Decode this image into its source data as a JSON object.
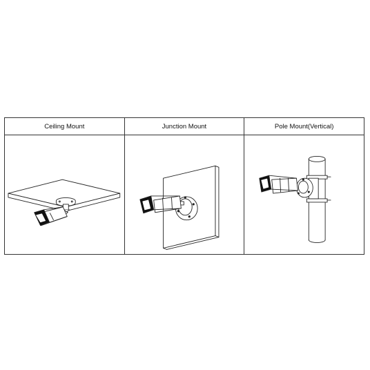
{
  "headers": {
    "ceiling": "Ceiling Mount",
    "junction": "Junction Mount",
    "pole": "Pole Mount(Vertical)"
  }
}
